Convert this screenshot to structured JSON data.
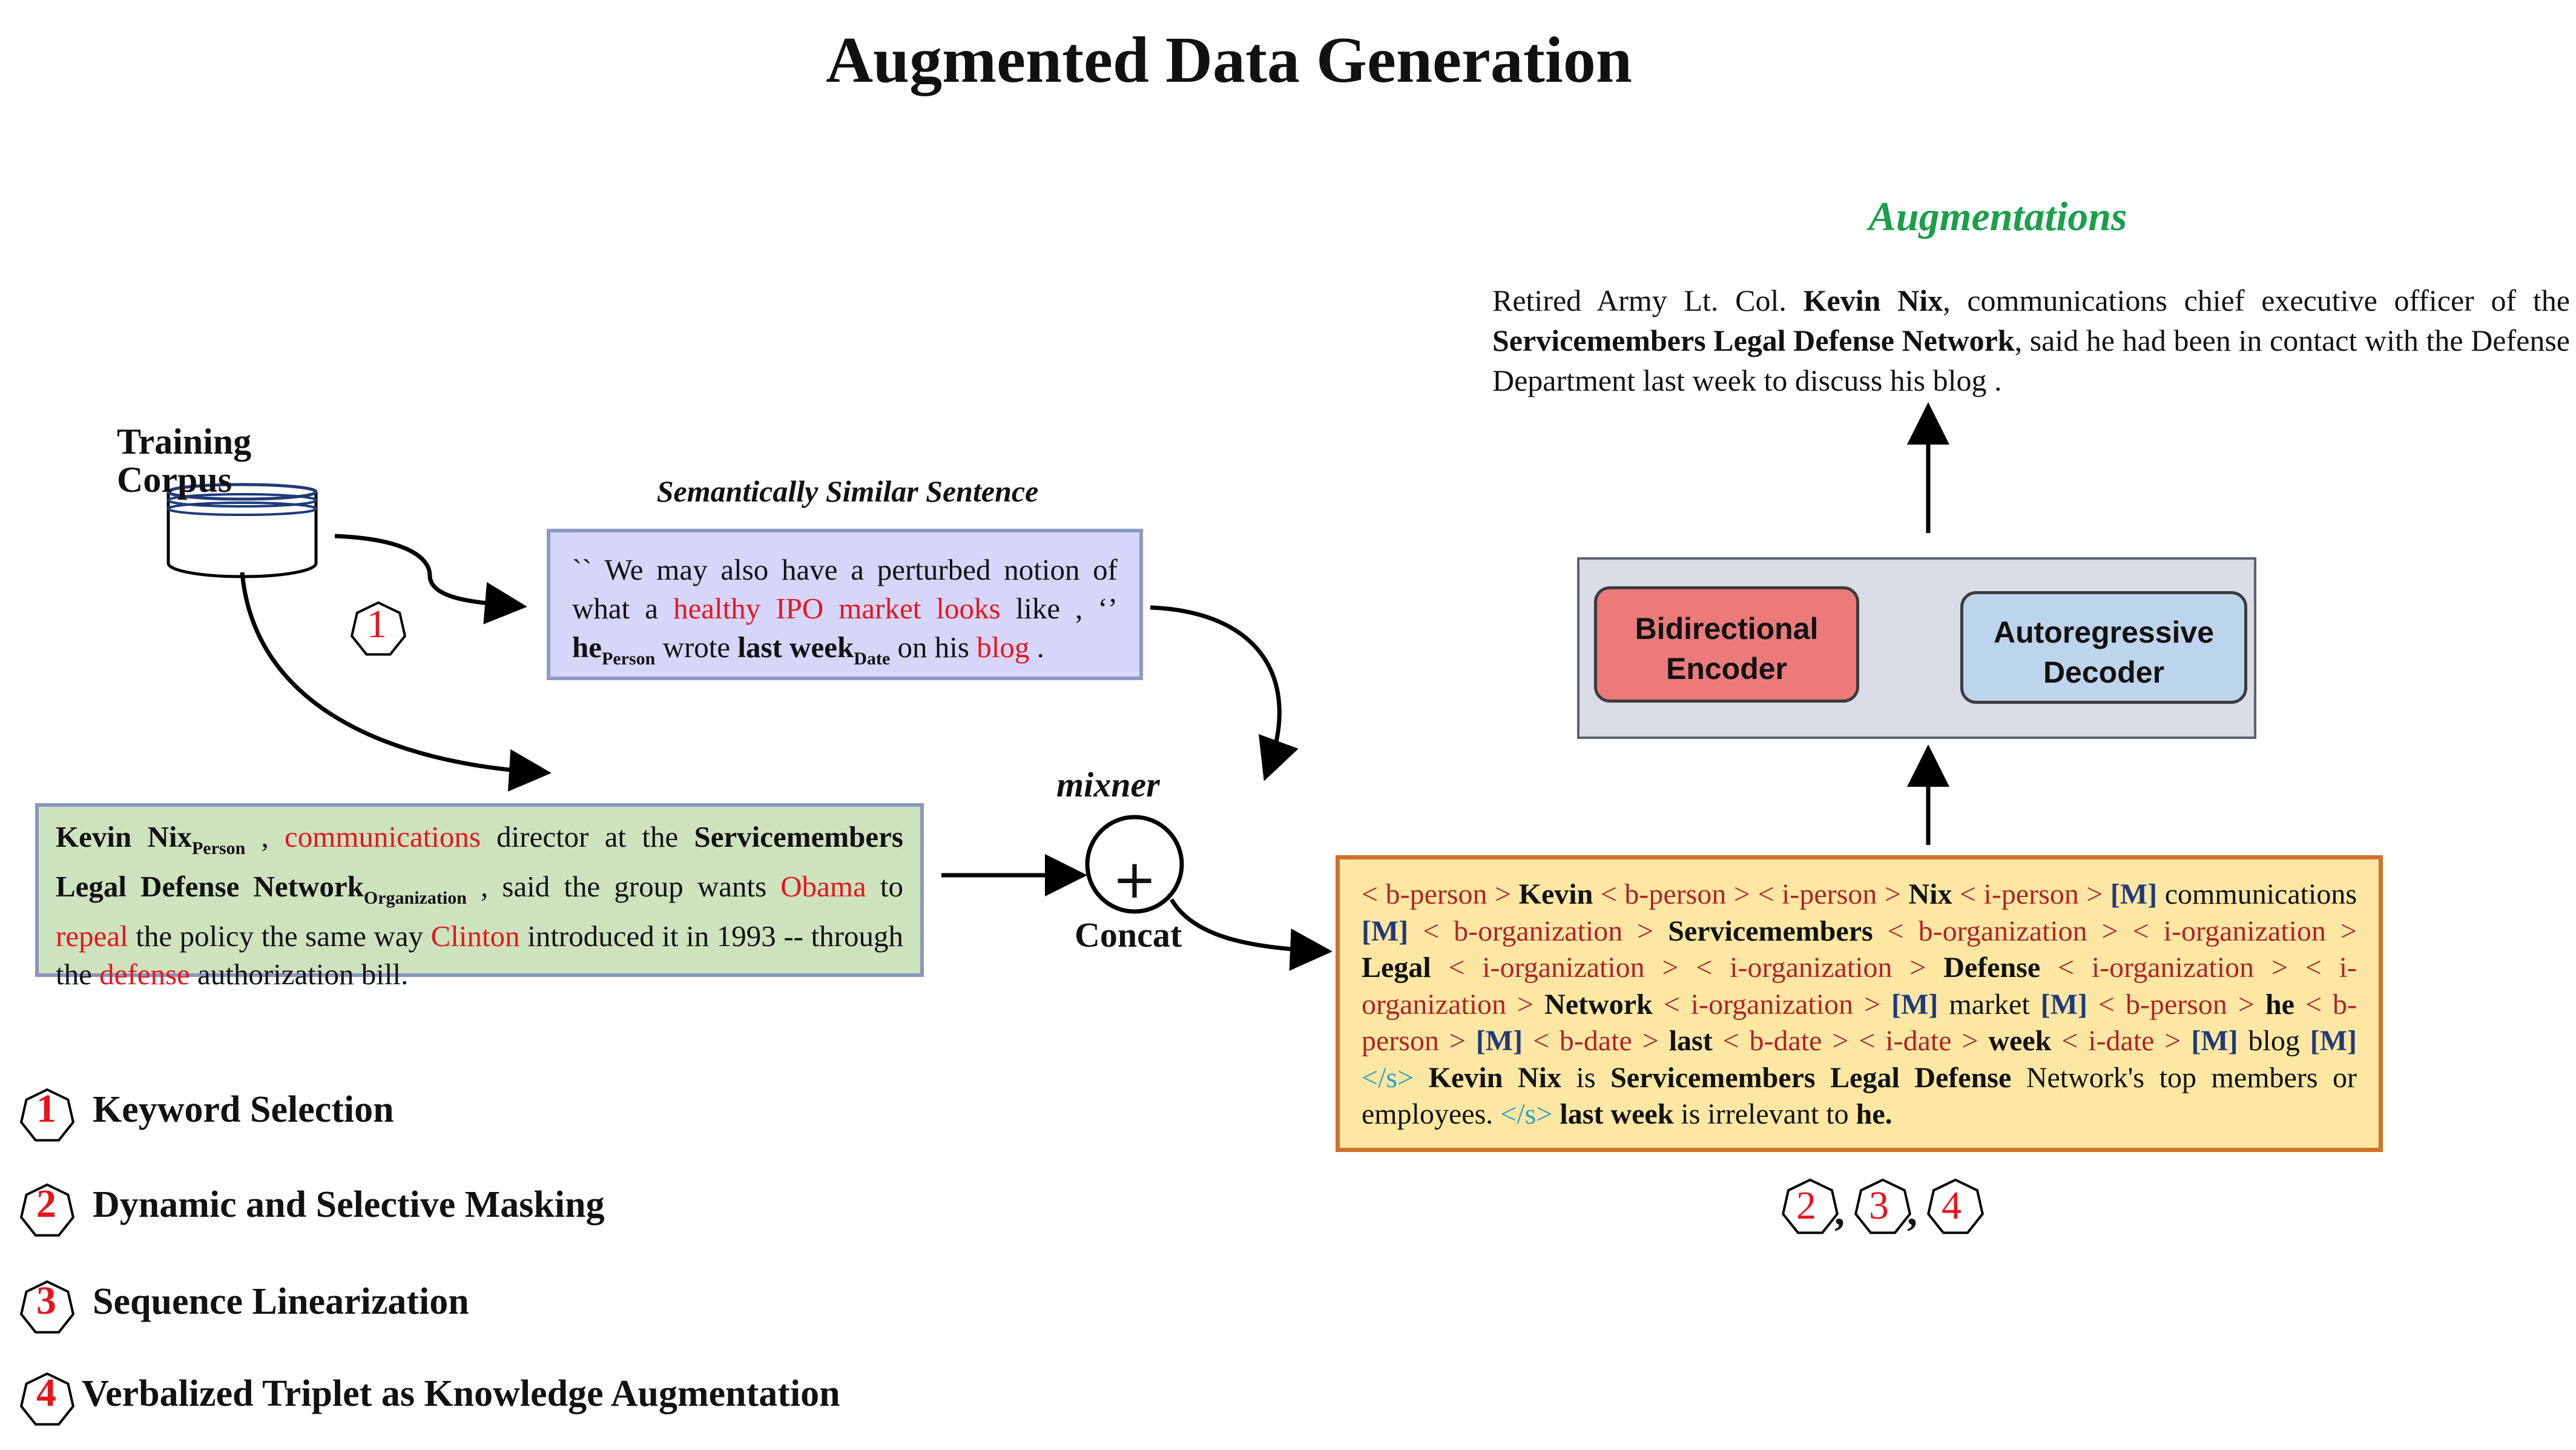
{
  "title": "Augmented Data Generation",
  "training_corpus": {
    "line1": "Training",
    "line2": "Corpus"
  },
  "semantically_similar": {
    "label": "Semantically Similar Sentence",
    "t1": "`` We may also have a perturbed notion of what a ",
    "r1": "healthy IPO market looks",
    "t2": " like , ‘’ ",
    "he": "he",
    "he_sub": "Person",
    "t3": " wrote ",
    "lastweek": "last week",
    "lastweek_sub": "Date",
    "t4": " on his ",
    "r2": "blog",
    "t5": " ."
  },
  "training_sentence": {
    "kevin": "Kevin Nix",
    "kevin_sub": "Person",
    "t1": " , ",
    "r1": "communications",
    "t2": " director at the ",
    "org": "Servicemembers Legal Defense Network",
    "org_sub": "Organization",
    "t3": " , said the group wants ",
    "r2": "Obama",
    "t4": " to ",
    "r3": "repeal",
    "t5": " the policy the same way ",
    "r4": "Clinton",
    "t6": " introduced it in 1993 -- through the ",
    "r5": "defense",
    "t7": " authorization bill."
  },
  "mixner_label": "mixner",
  "concat_label": "Concat",
  "plus_symbol": "+",
  "augmentations": {
    "title": "Augmentations",
    "t1": "Retired Army Lt. Col. ",
    "b1": "Kevin Nix",
    "t2": ", communications chief executive officer of the ",
    "b2": "Servicemembers Legal Defense Network",
    "t3": ", said he had been in contact with the Defense Department last week to discuss his blog ."
  },
  "model": {
    "encoder_l1": "Bidirectional",
    "encoder_l2": "Encoder",
    "decoder_l1": "Autoregressive",
    "decoder_l2": "Decoder"
  },
  "linearized": [
    {
      "t": "< b-person > ",
      "s": "darkred"
    },
    {
      "t": "Kevin",
      "s": "b"
    },
    {
      "t": " < b-person > < i-person > ",
      "s": "darkred"
    },
    {
      "t": "Nix",
      "s": "b"
    },
    {
      "t": " < i-person > ",
      "s": "darkred"
    },
    {
      "t": " [M] ",
      "s": "navy"
    },
    {
      "t": "communications ",
      "s": ""
    },
    {
      "t": "[M]",
      "s": "navy"
    },
    {
      "t": " < b-organization > ",
      "s": "darkred"
    },
    {
      "t": "Servicemembers",
      "s": "b"
    },
    {
      "t": " < b-organization > < i-organization > ",
      "s": "darkred"
    },
    {
      "t": "Legal",
      "s": "b"
    },
    {
      "t": " < i-organization > < i-organization > ",
      "s": "darkred"
    },
    {
      "t": "Defense",
      "s": "b"
    },
    {
      "t": " < i-organization > < i-organization > ",
      "s": "darkred"
    },
    {
      "t": "Network",
      "s": "b"
    },
    {
      "t": " < i-organization > ",
      "s": "darkred"
    },
    {
      "t": "[M]",
      "s": "navy"
    },
    {
      "t": " market ",
      "s": ""
    },
    {
      "t": "[M]",
      "s": "navy"
    },
    {
      "t": " < b-person > ",
      "s": "darkred"
    },
    {
      "t": "he",
      "s": "b"
    },
    {
      "t": " < b-person > ",
      "s": "darkred"
    },
    {
      "t": "[M]",
      "s": "navy"
    },
    {
      "t": " < b-date > ",
      "s": "darkred"
    },
    {
      "t": "last",
      "s": "b"
    },
    {
      "t": " < b-date > < i-date > ",
      "s": "darkred"
    },
    {
      "t": "week",
      "s": "b"
    },
    {
      "t": " < i-date > ",
      "s": "darkred"
    },
    {
      "t": "[M]",
      "s": "navy"
    },
    {
      "t": " blog ",
      "s": ""
    },
    {
      "t": "[M]",
      "s": "navy"
    },
    {
      "t": " </s> ",
      "s": "teal"
    },
    {
      "t": "Kevin Nix",
      "s": "b"
    },
    {
      "t": " is ",
      "s": ""
    },
    {
      "t": "Servicemembers Legal Defense",
      "s": "b"
    },
    {
      "t": " Network's top members or employees. ",
      "s": ""
    },
    {
      "t": "</s>",
      "s": "teal"
    },
    {
      "t": " ",
      "s": ""
    },
    {
      "t": "last week",
      "s": "b"
    },
    {
      "t": " is irrelevant to ",
      "s": ""
    },
    {
      "t": "he.",
      "s": "b"
    }
  ],
  "step_badges": {
    "b1": "1",
    "b2": "2",
    "b3": "3",
    "b4": "4",
    "sep": ","
  },
  "legend": [
    {
      "num": "1",
      "label": "Keyword Selection"
    },
    {
      "num": "2",
      "label": "Dynamic and Selective Masking"
    },
    {
      "num": "3",
      "label": "Sequence Linearization"
    },
    {
      "num": "4",
      "label": "Verbalized Triplet as Knowledge Augmentation"
    }
  ],
  "colors": {
    "accent_red": "#e8141b",
    "aug_green": "#1aa04a",
    "box_blue": "#d6d6fb",
    "box_green": "#cde3be",
    "box_yellow": "#fde7a2",
    "encoder": "#ec7a7a",
    "decoder": "#bcd5ec"
  }
}
